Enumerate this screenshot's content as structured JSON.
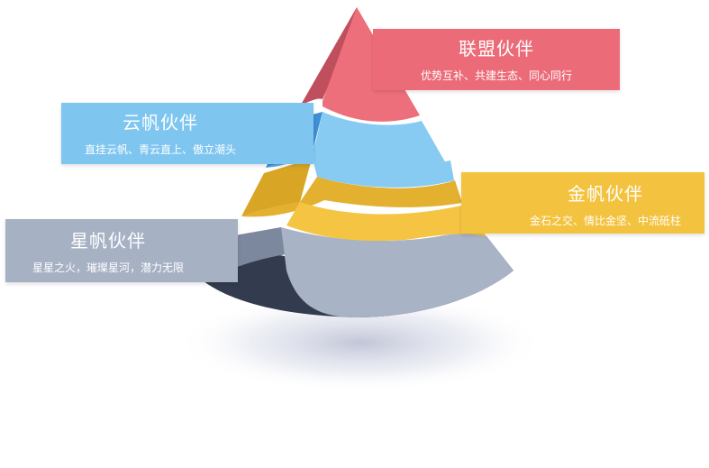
{
  "tiers": [
    {
      "key": "alliance",
      "title": "联盟伙伴",
      "desc": "优势互补、共建生态、同心同行",
      "colors": {
        "banner": "#ec6b78",
        "front": "#ee6f7c",
        "side": "#c04f5e",
        "top": "#f4929c"
      }
    },
    {
      "key": "cloud",
      "title": "云帆伙伴",
      "desc": "直挂云帆、青云直上、傲立潮头",
      "colors": {
        "banner": "#7ec5f0",
        "front": "#87caf2",
        "side": "#3f8fd4",
        "top": "#5ba9e6"
      }
    },
    {
      "key": "gold",
      "title": "金帆伙伴",
      "desc": "金石之交、情比金坚、中流砥柱",
      "colors": {
        "banner": "#f3c23f",
        "front": "#f5c443",
        "side": "#d9a525",
        "top": "#e3b02f"
      }
    },
    {
      "key": "star",
      "title": "星帆伙伴",
      "desc": "星星之火，璀璨星河，潜力无限",
      "colors": {
        "banner": "#a7b1c4",
        "front": "#a9b3c6",
        "side": "#7c889e",
        "bottom": "#323c4e"
      }
    }
  ]
}
